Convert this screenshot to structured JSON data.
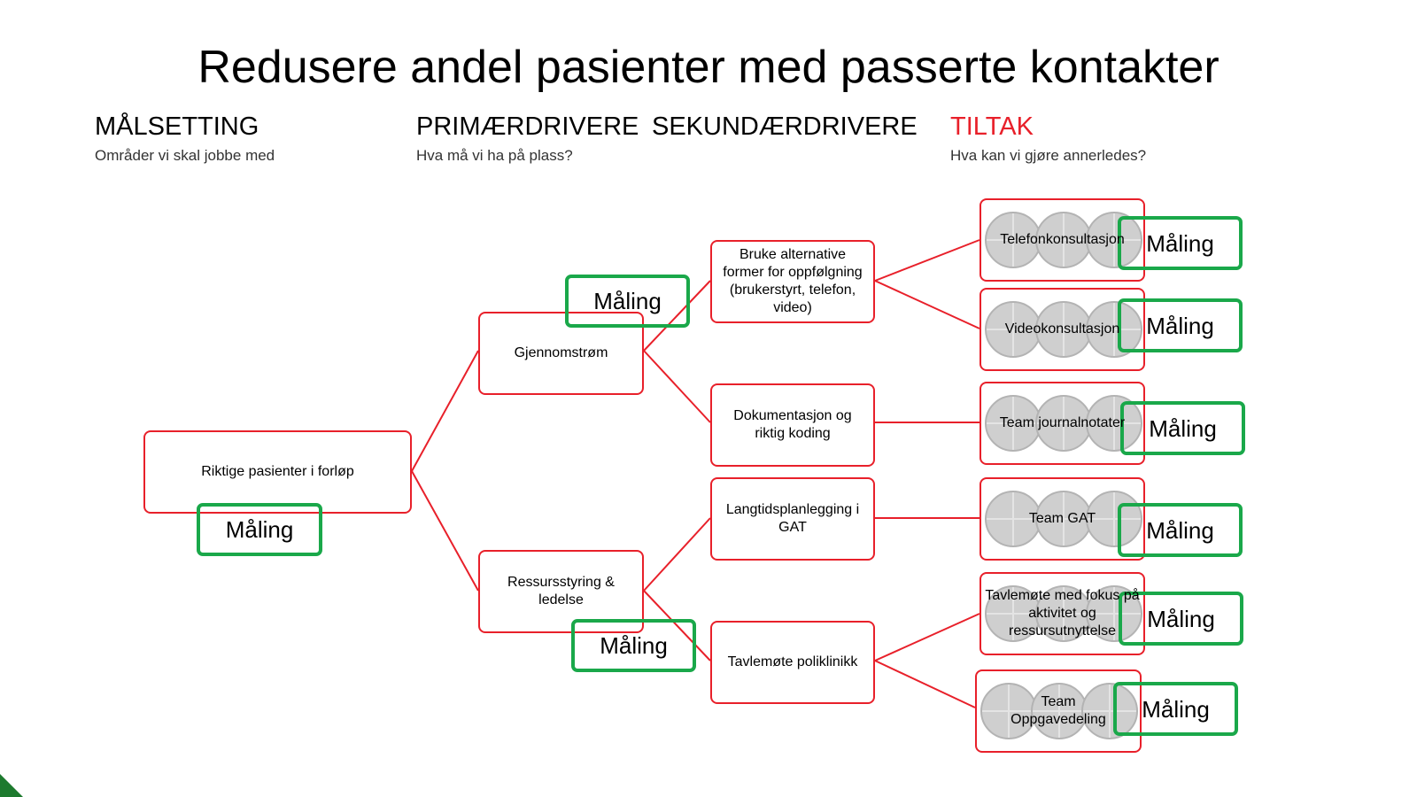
{
  "title": "Redusere andel pasienter med passerte kontakter",
  "columns": [
    {
      "heading": "MÅLSETTING",
      "subheading": "Områder vi skal jobbe med"
    },
    {
      "heading": "PRIMÆRDRIVERE",
      "subheading": "Hva må vi ha på plass?"
    },
    {
      "heading": "SEKUNDÆRDRIVERE",
      "subheading": ""
    },
    {
      "heading": "TILTAK",
      "subheading": "Hva kan vi gjøre annerledes?"
    }
  ],
  "colors": {
    "border": "#e8202a",
    "measure": "#1aa84a",
    "tiltak_heading": "#e8202a"
  },
  "measure_label": "Måling",
  "goal": {
    "label": "Riktige pasienter i forløp"
  },
  "primary": [
    {
      "label": "Gjennomstrøm"
    },
    {
      "label": "Ressursstyring & ledelse"
    }
  ],
  "secondary": [
    {
      "label": "Bruke alternative former for oppfølgning (brukerstyrt, telefon, video)"
    },
    {
      "label": "Dokumentasjon og riktig koding"
    },
    {
      "label": "Langtidsplanlegging i GAT"
    },
    {
      "label": "Tavlemøte poliklinikk"
    }
  ],
  "actions": [
    {
      "label": "Telefonkonsultasjon"
    },
    {
      "label": "Videokonsultasjon"
    },
    {
      "label": "Team journalnotater"
    },
    {
      "label": "Team GAT"
    },
    {
      "label": "Tavlemøte med fokus på aktivitet og ressursutnyttelse"
    },
    {
      "label": "Team Oppgavedeling"
    }
  ]
}
